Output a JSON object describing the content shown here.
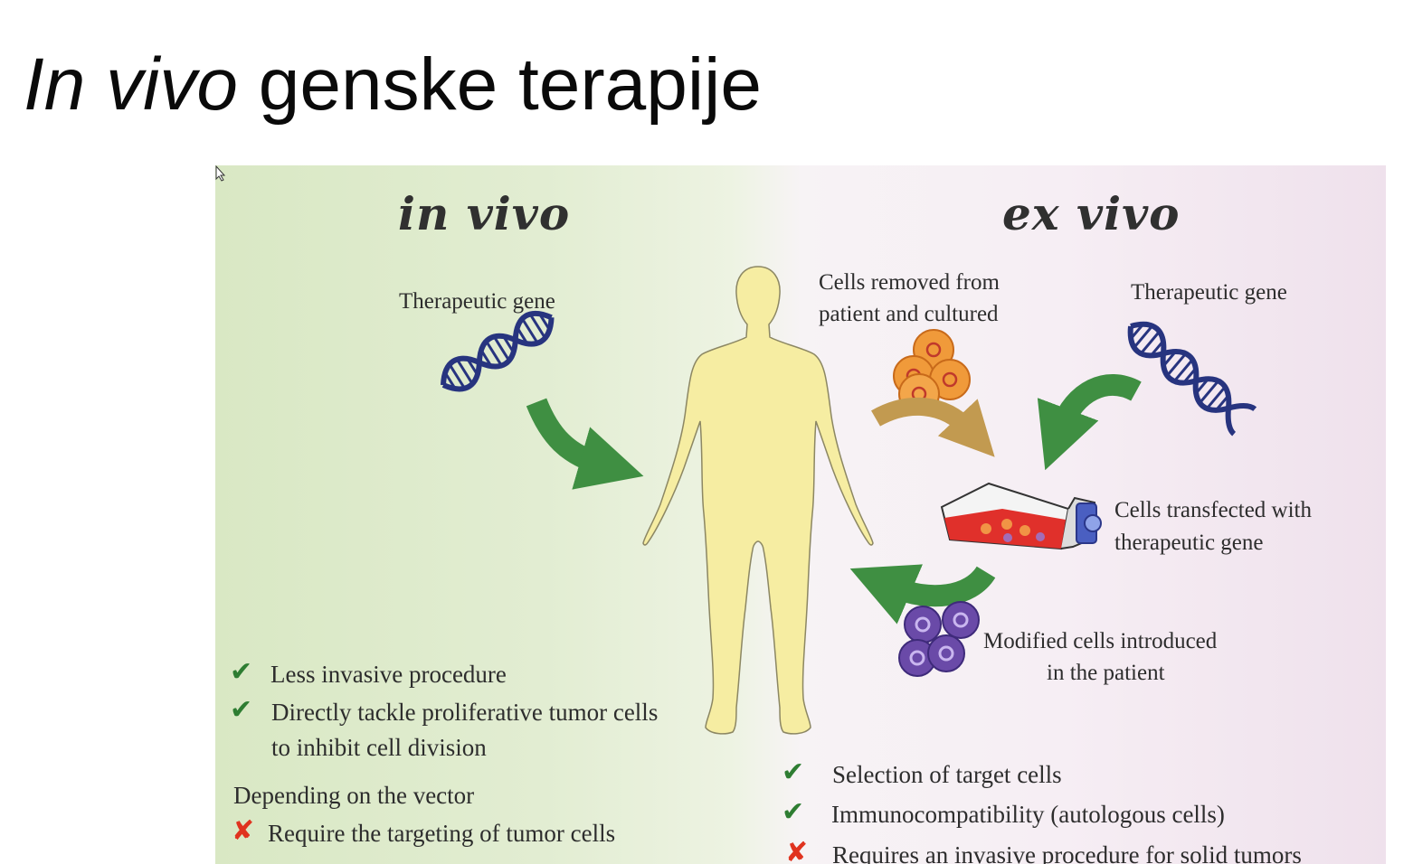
{
  "slide": {
    "title_italic": "In vivo",
    "title_rest": " genske terapije"
  },
  "diagram": {
    "left_heading": "in vivo",
    "right_heading": "ex vivo",
    "left_gene_label": "Therapeutic gene",
    "right_gene_label": "Therapeutic gene",
    "cells_removed_label": [
      "Cells removed from",
      "patient and cultured"
    ],
    "transfected_label": [
      "Cells transfected with",
      "therapeutic gene"
    ],
    "modified_label": [
      "Modified cells introduced",
      "in the patient"
    ],
    "in_vivo_pros": [
      "Less invasive procedure",
      "Directly tackle proliferative tumor cells",
      "to inhibit cell division"
    ],
    "in_vivo_note": "Depending on the vector",
    "in_vivo_cons": [
      "Require the targeting of tumor cells"
    ],
    "ex_vivo_pros": [
      "Selection of target cells",
      "Immunocompatibility (autologous cells)"
    ],
    "ex_vivo_cons": [
      "Requires an invasive procedure for solid tumors"
    ],
    "colors": {
      "check": "#2e7d32",
      "cross": "#e0331f",
      "body": "#f6eda2",
      "dna": "#27347f",
      "arrow_green": "#3f8f42",
      "arrow_tan": "#c29a50",
      "cultured_cells": "#f09a3a",
      "modified_cells": "#6a4aa8",
      "culture_medium": "#e0302b"
    },
    "icons": [
      "dna-helix-icon",
      "human-silhouette-icon",
      "curved-arrow-icon",
      "cell-cluster-icon",
      "culture-flask-icon",
      "check-icon",
      "cross-icon"
    ]
  }
}
